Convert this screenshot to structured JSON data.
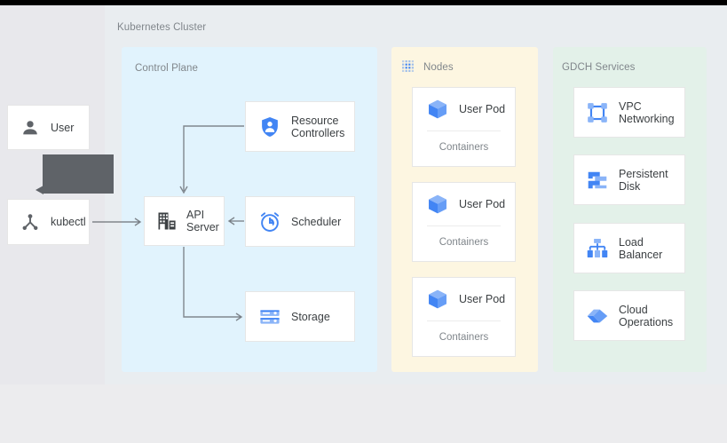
{
  "cluster": {
    "title": "Kubernetes Cluster"
  },
  "actors": [
    {
      "id": "user",
      "label": "User",
      "icon": "person-icon"
    },
    {
      "id": "kubectl",
      "label": "kubectl",
      "icon": "kubectl-node-icon"
    }
  ],
  "tooltip": {
    "text": "",
    "color": "#5f6368"
  },
  "groups": {
    "control_plane": {
      "title": "Control Plane",
      "color": "#e1f3fd",
      "cards": [
        {
          "id": "resource-controllers",
          "label": "Resource\nControllers",
          "icon": "shield-person-icon"
        },
        {
          "id": "api-server",
          "label": "API\nServer",
          "icon": "api-server-building-icon"
        },
        {
          "id": "scheduler",
          "label": "Scheduler",
          "icon": "alarm-clock-icon"
        },
        {
          "id": "storage",
          "label": "Storage",
          "icon": "storage-rack-icon"
        }
      ]
    },
    "nodes": {
      "title": "Nodes",
      "icon": "dotted-grid-icon",
      "color": "#fdf6e1",
      "pods": [
        {
          "label": "User Pod",
          "sublabel": "Containers",
          "icon": "cube-icon"
        },
        {
          "label": "User Pod",
          "sublabel": "Containers",
          "icon": "cube-icon"
        },
        {
          "label": "User Pod",
          "sublabel": "Containers",
          "icon": "cube-icon"
        }
      ]
    },
    "gdch_services": {
      "title": "GDCH Services",
      "color": "#e3f1e9",
      "cards": [
        {
          "id": "vpc-networking",
          "label": "VPC\nNetworking",
          "icon": "vpc-network-icon"
        },
        {
          "id": "persistent-disk",
          "label": "Persistent\nDisk",
          "icon": "persistent-disk-icon"
        },
        {
          "id": "load-balancer",
          "label": "Load\nBalancer",
          "icon": "load-balancer-icon"
        },
        {
          "id": "cloud-operations",
          "label": "Cloud\nOperations",
          "icon": "cloud-operations-icon"
        }
      ]
    }
  },
  "colors": {
    "accent_blue": "#4285f4",
    "accent_blue_light": "#8ab4f8",
    "icon_gray": "#5f6368",
    "text_primary": "#3c4043",
    "text_muted": "#80868b",
    "top_bar": "#000000"
  }
}
